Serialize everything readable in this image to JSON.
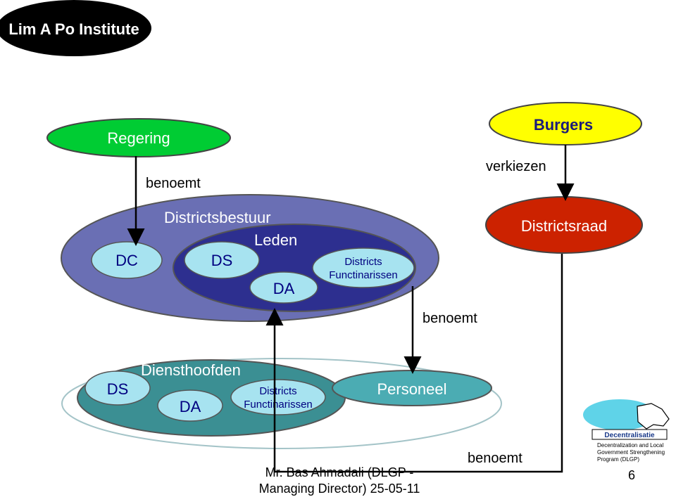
{
  "header": {
    "institute": "Lim A Po Institute"
  },
  "nodes": {
    "regering": "Regering",
    "burgers": "Burgers",
    "districtsraad": "Districtsraad",
    "personeel": "Personeel"
  },
  "district_bestuur": {
    "title": "Districtsbestuur",
    "dc": "DC",
    "leden": "Leden",
    "ds": "DS",
    "da": "DA",
    "functionarissen_line1": "Districts",
    "functionarissen_line2": "Functinarissen"
  },
  "diensthoofden": {
    "title": "Diensthoofden",
    "ds": "DS",
    "da": "DA",
    "functionarissen_line1": "Districts",
    "functionarissen_line2": "Functinarissen"
  },
  "edges": {
    "benoemt_regering": "benoemt",
    "verkiezen": "verkiezen",
    "benoemt_personeel": "benoemt",
    "benoemt_raad": "benoemt"
  },
  "footer": {
    "author_line1": "Mr. Bas Ahmadali (DLGP -",
    "author_line2": "Managing Director) 25-05-11",
    "page_number": "6"
  },
  "logo": {
    "name": "Decentralisatie",
    "caption_line1": "Decentralization and Local",
    "caption_line2": "Government Strengthening",
    "caption_line3": "Program (DLGP)"
  },
  "colors": {
    "regering": "#00cc33",
    "burgers": "#ffff00",
    "districtsraad": "#cc2200",
    "outer_bestuur": "#6a6fb4",
    "inner_leden": "#2d2f8f",
    "light_node": "#a7e3f0",
    "diensthoofden": "#3b8f93",
    "personeel": "#4bacb3"
  }
}
